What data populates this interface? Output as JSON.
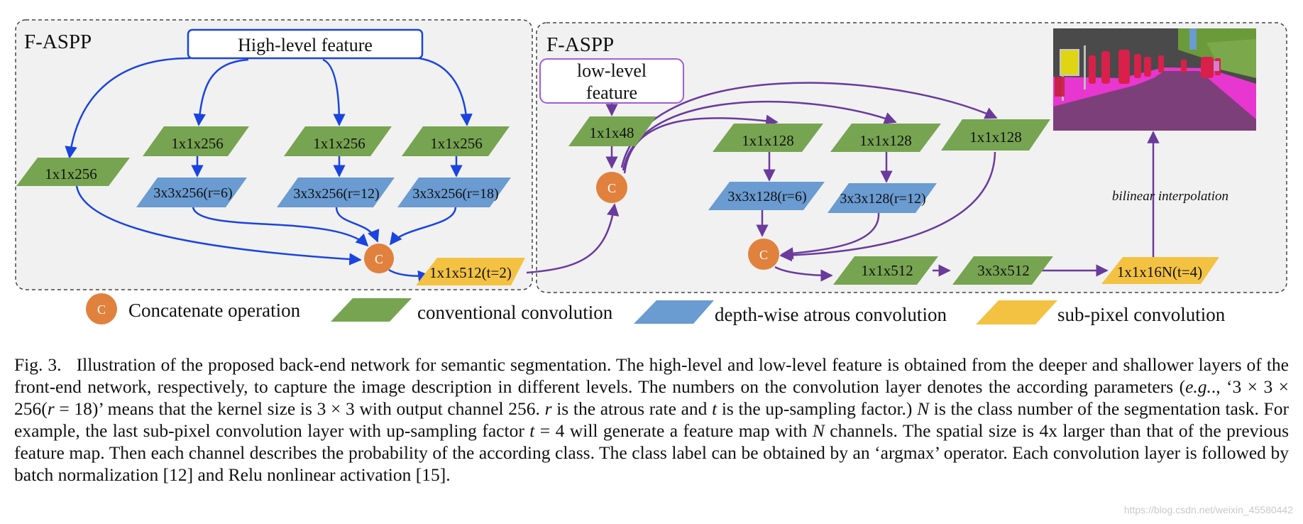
{
  "panels": [
    {
      "title": "F-ASPP"
    },
    {
      "title": "F-ASPP"
    }
  ],
  "inputs": {
    "high_level": "High-level feature",
    "low_level_line1": "low-level",
    "low_level_line2": "feature"
  },
  "left_nodes": {
    "conv_a": "1x1x256",
    "conv_b": "1x1x256",
    "conv_c": "1x1x256",
    "conv_d": "1x1x256",
    "dw_b": "3x3x256(r=6)",
    "dw_c": "3x3x256(r=12)",
    "dw_d": "3x3x256(r=18)",
    "concat": "C",
    "subpixel": "1x1x512(t=2)"
  },
  "right_nodes": {
    "conv_low": "1x1x48",
    "concat_low": "C",
    "conv_b": "1x1x128",
    "conv_c": "1x1x128",
    "conv_d": "1x1x128",
    "dw_b": "3x3x128(r=6)",
    "dw_c": "3x3x128(r=12)",
    "concat": "C",
    "conv_out1": "1x1x512",
    "conv_out2": "3x3x512",
    "subpixel_out": "1x1x16N(t=4)",
    "interp_label": "bilinear interpolation"
  },
  "legend": {
    "concat_symbol": "C",
    "concat": "Concatenate operation",
    "conv": "conventional convolution",
    "dw": "depth-wise atrous convolution",
    "subpixel": "sub-pixel convolution"
  },
  "colors": {
    "conv": "#77a451",
    "dw": "#6a9bd1",
    "subpixel": "#f4c242",
    "concat": "#e0813d",
    "blue_arrow": "#1a44e0",
    "purple_arrow": "#6a3a9c",
    "panel_bg": "#f1f1f1"
  },
  "caption": {
    "fig": "Fig. 3.",
    "p1": "Illustration of the proposed back-end network for semantic segmentation. The high-level and low-level feature is obtained from the deeper and shallower layers of the front-end network, respectively, to capture the image description in different levels. The numbers on the convolution layer denotes the according parameters (",
    "eg": "e.g.",
    "p2": "., ‘3 × 3 × 256(",
    "r1": "r",
    "p3": " = 18)’ means that the kernel size is 3 × 3 with output channel 256. ",
    "r2": "r",
    "p4": " is the atrous rate and ",
    "t1": "t",
    "p5": " is the up-sampling factor.) ",
    "n1": "N",
    "p6": " is the class number of the segmentation task. For example, the last sub-pixel convolution layer with up-sampling factor ",
    "t2": "t",
    "p7": " = 4 will generate a feature map with ",
    "n2": "N",
    "p8": " channels. The spatial size is 4x larger than that of the previous feature map. Then each channel describes the probability of the according class. The class label can be obtained by an ‘argmax’ operator. Each convolution layer is followed by batch normalization [12] and Relu nonlinear activation [15]."
  },
  "watermark": "https://blog.csdn.net/weixin_45580442"
}
